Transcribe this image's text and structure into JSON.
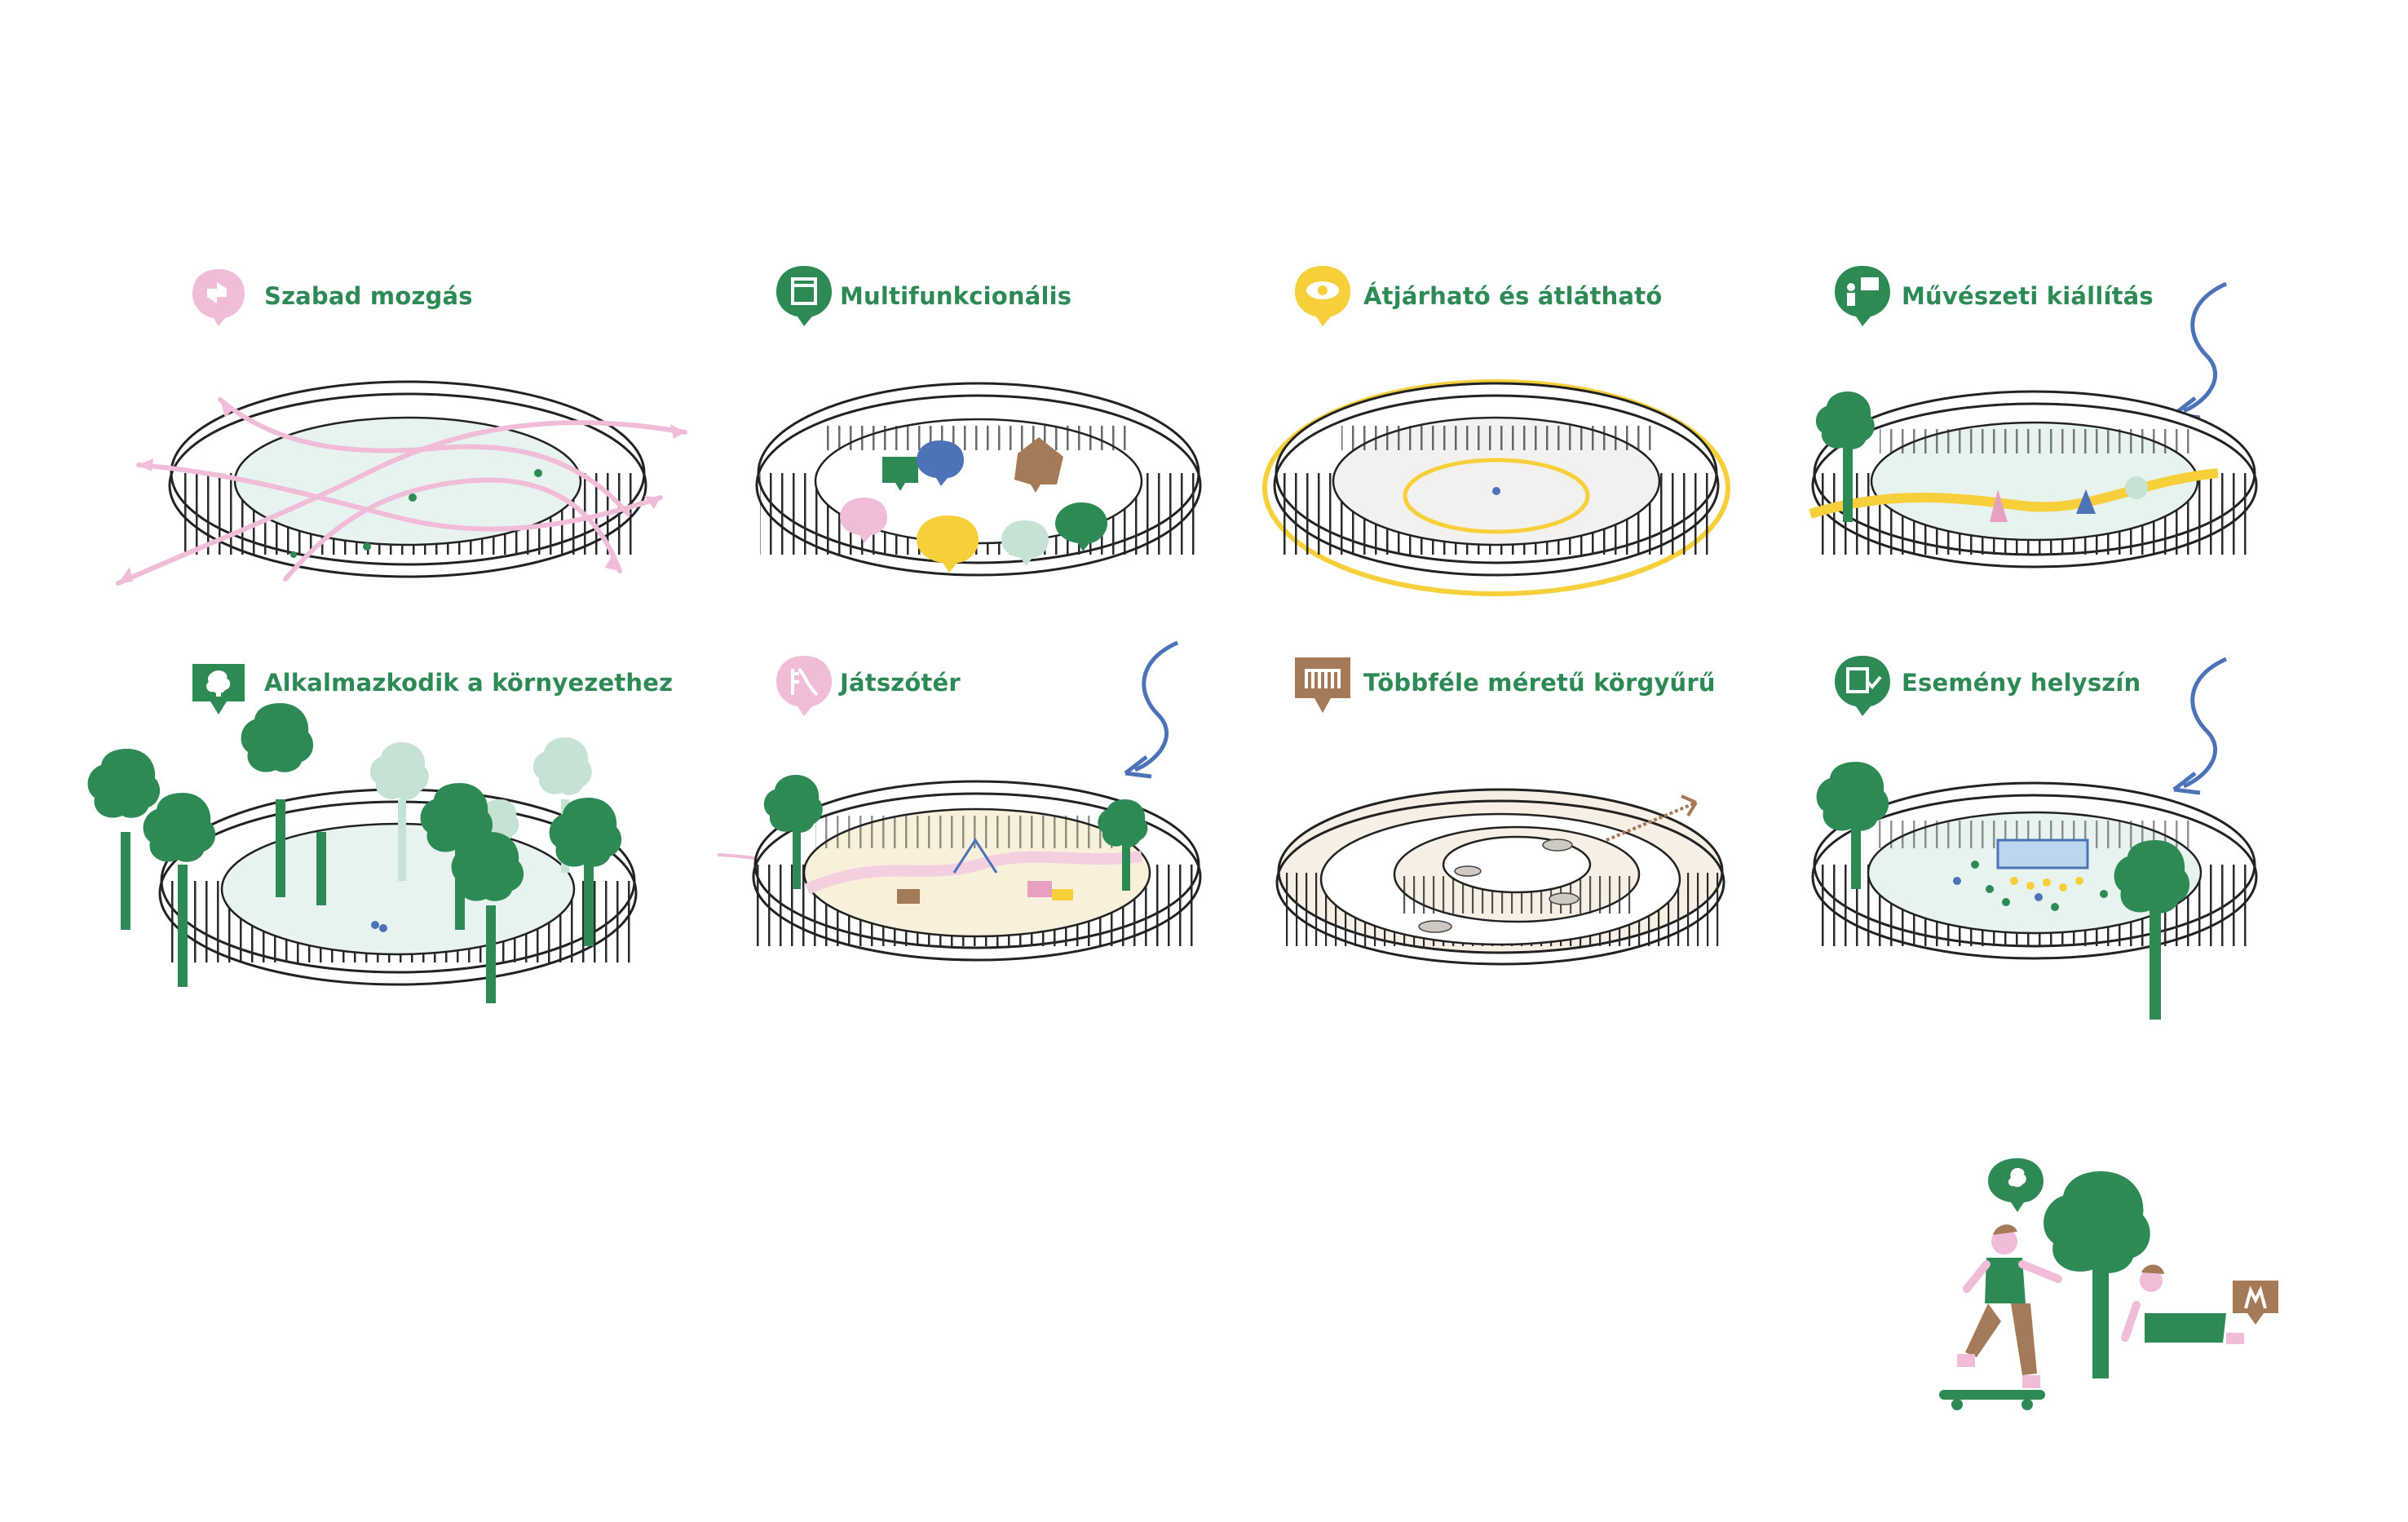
{
  "colors": {
    "green": "#2e8a55",
    "pink": "#f0bcd8",
    "yellow": "#f6cf3b",
    "blue": "#4c72b8",
    "brown": "#a57a58",
    "floor_green": "#e7f3ee",
    "floor_beige": "#f7efe4",
    "floor_grey": "#f3f1ef",
    "light_tree": "#c6e2d2"
  },
  "panels": [
    {
      "title": "Szabad mozgás",
      "icon": "movement-icon",
      "badge_color": "#f0bcd8"
    },
    {
      "title": "Multifunkcionális",
      "icon": "multifunction-icon",
      "badge_color": "#2e8a55"
    },
    {
      "title": "Átjárható és átlátható",
      "icon": "eye-icon",
      "badge_color": "#f6cf3b"
    },
    {
      "title": "Művészeti kiállítás",
      "icon": "exhibition-icon",
      "badge_color": "#2e8a55"
    },
    {
      "title": "Alkalmazkodik a környezethez",
      "icon": "tree-icon",
      "badge_color": "#2e8a55"
    },
    {
      "title": "Játszótér",
      "icon": "slide-icon",
      "badge_color": "#f0bcd8"
    },
    {
      "title": "Többféle méretű körgyűrű",
      "icon": "rings-icon",
      "badge_color": "#a57a58"
    },
    {
      "title": "Esemény helyszín",
      "icon": "event-icon",
      "badge_color": "#2e8a55"
    }
  ]
}
